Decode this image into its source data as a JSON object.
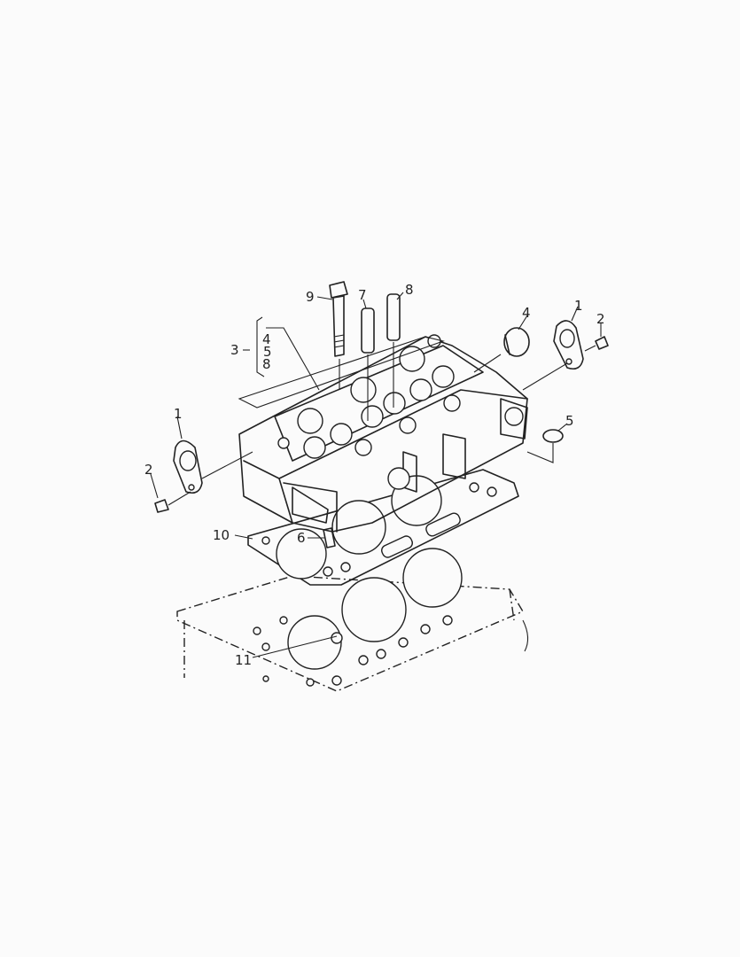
{
  "diagram": {
    "callouts": [
      {
        "id": "label-9",
        "text": "9"
      },
      {
        "id": "label-7",
        "text": "7"
      },
      {
        "id": "label-8-top",
        "text": "8"
      },
      {
        "id": "label-4-plug",
        "text": "4"
      },
      {
        "id": "label-1-right",
        "text": "1"
      },
      {
        "id": "label-2-right",
        "text": "2"
      },
      {
        "id": "label-3",
        "text": "3"
      },
      {
        "id": "label-3-sub-4",
        "text": "4"
      },
      {
        "id": "label-3-sub-5",
        "text": "5"
      },
      {
        "id": "label-3-sub-8",
        "text": "8"
      },
      {
        "id": "label-1-left",
        "text": "1"
      },
      {
        "id": "label-2-left",
        "text": "2"
      },
      {
        "id": "label-5",
        "text": "5"
      },
      {
        "id": "label-10",
        "text": "10"
      },
      {
        "id": "label-6",
        "text": "6"
      },
      {
        "id": "label-11",
        "text": "11"
      }
    ]
  }
}
